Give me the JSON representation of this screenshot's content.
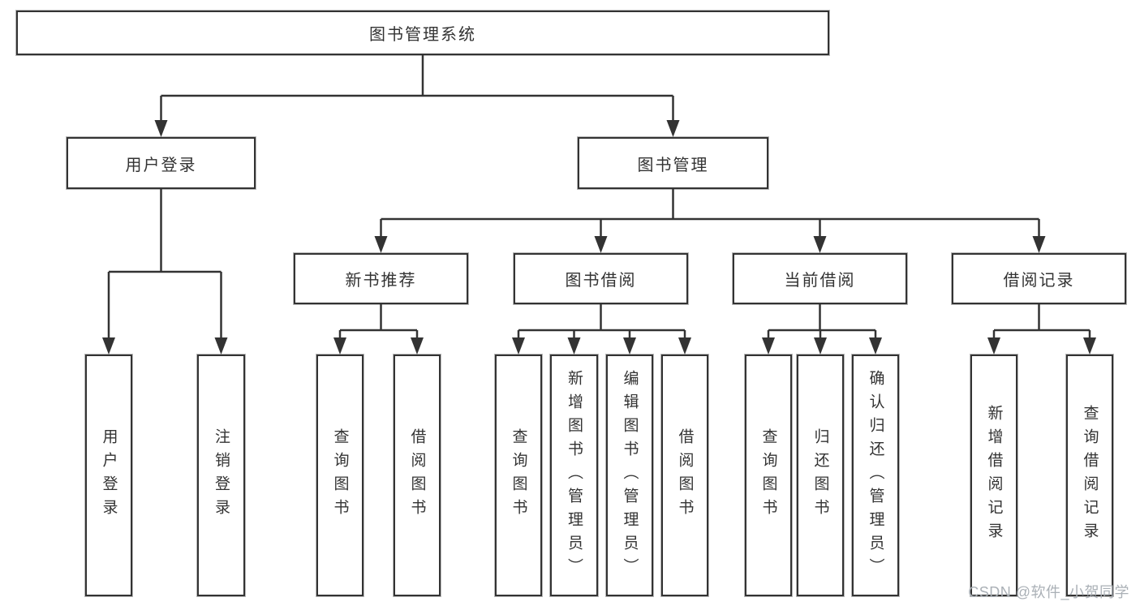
{
  "diagram": {
    "type": "tree",
    "title": "图书管理系统",
    "colors": {
      "line": "#333333",
      "text": "#333333",
      "box_background": "#ffffff",
      "page_background": "#ffffff",
      "watermark": "#aab0b6"
    },
    "tree": {
      "label": "图书管理系统",
      "children": [
        {
          "label": "用户登录",
          "children": [
            {
              "label": "用户登录"
            },
            {
              "label": "注销登录"
            }
          ]
        },
        {
          "label": "图书管理",
          "children": [
            {
              "label": "新书推荐",
              "children": [
                {
                  "label": "查询图书"
                },
                {
                  "label": "借阅图书"
                }
              ]
            },
            {
              "label": "图书借阅",
              "children": [
                {
                  "label": "查询图书"
                },
                {
                  "label": "新增图书（管理员）"
                },
                {
                  "label": "编辑图书（管理员）"
                },
                {
                  "label": "借阅图书"
                }
              ]
            },
            {
              "label": "当前借阅",
              "children": [
                {
                  "label": "查询图书"
                },
                {
                  "label": "归还图书"
                },
                {
                  "label": "确认归还（管理员）"
                }
              ]
            },
            {
              "label": "借阅记录",
              "children": [
                {
                  "label": "新增借阅记录"
                },
                {
                  "label": "查询借阅记录"
                }
              ]
            }
          ]
        }
      ]
    }
  },
  "watermark": {
    "text": "CSDN @软件_小贺同学"
  }
}
